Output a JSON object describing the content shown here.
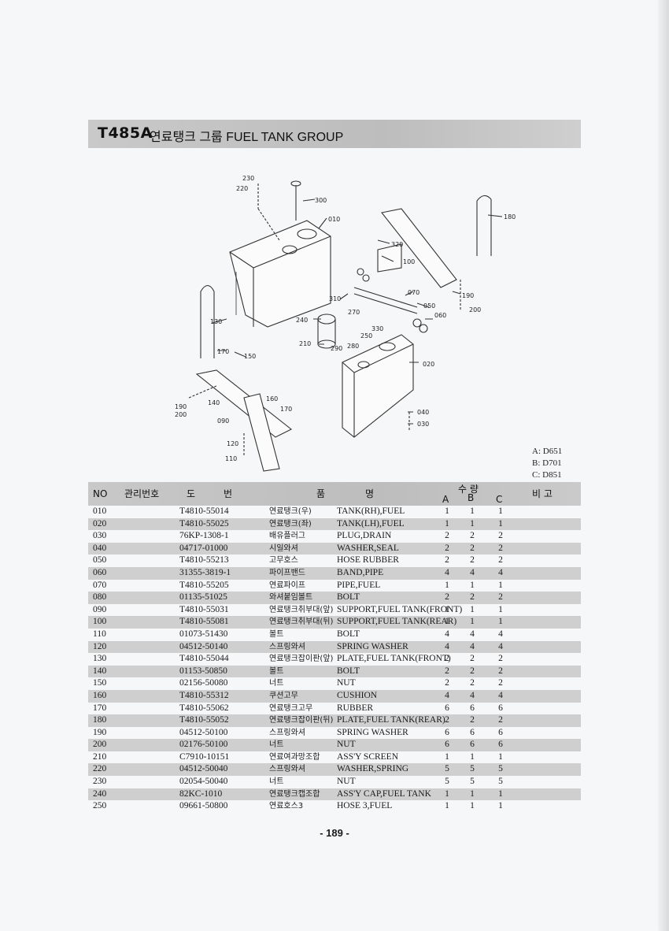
{
  "header": {
    "code": "T485A",
    "title": "연료탱크 그룹  FUEL TANK GROUP"
  },
  "diagram_labels": [
    "230",
    "220",
    "300",
    "010",
    "180",
    "320",
    "100",
    "190",
    "200",
    "310",
    "070",
    "050",
    "060",
    "270",
    "130",
    "240",
    "330",
    "250",
    "210",
    "290",
    "280",
    "170",
    "150",
    "020",
    "160",
    "140",
    "190",
    "200",
    "170",
    "090",
    "040",
    "030",
    "120",
    "110"
  ],
  "models": [
    "A: D651",
    "B: D701",
    "C: D851"
  ],
  "table": {
    "headers": {
      "no": "NO",
      "mgmt": "관리번호",
      "drawing1": "도",
      "drawing2": "번",
      "name1": "품",
      "name2": "명",
      "qty": "수 량",
      "a": "A",
      "b": "B",
      "c": "C",
      "remarks": "비 고"
    },
    "rows": [
      {
        "no": "010",
        "part": "T4810-55014",
        "kr": "연료탱크(우)",
        "en": "TANK(RH),FUEL",
        "a": "1",
        "b": "1",
        "c": "1"
      },
      {
        "no": "020",
        "part": "T4810-55025",
        "kr": "연료탱크(좌)",
        "en": "TANK(LH),FUEL",
        "a": "1",
        "b": "1",
        "c": "1"
      },
      {
        "no": "030",
        "part": "76KP-1308-1",
        "kr": "배유플러그",
        "en": "PLUG,DRAIN",
        "a": "2",
        "b": "2",
        "c": "2"
      },
      {
        "no": "040",
        "part": "04717-01000",
        "kr": "시일와셔",
        "en": "WASHER,SEAL",
        "a": "2",
        "b": "2",
        "c": "2"
      },
      {
        "no": "050",
        "part": "T4810-55213",
        "kr": "고무호스",
        "en": "HOSE RUBBER",
        "a": "2",
        "b": "2",
        "c": "2"
      },
      {
        "no": "060",
        "part": "31355-3819-1",
        "kr": "파이프밴드",
        "en": "BAND,PIPE",
        "a": "4",
        "b": "4",
        "c": "4"
      },
      {
        "no": "070",
        "part": "T4810-55205",
        "kr": "연료파이프",
        "en": "PIPE,FUEL",
        "a": "1",
        "b": "1",
        "c": "1"
      },
      {
        "no": "080",
        "part": "01135-51025",
        "kr": "와셔붙임볼트",
        "en": "BOLT",
        "a": "2",
        "b": "2",
        "c": "2"
      },
      {
        "no": "090",
        "part": "T4810-55031",
        "kr": "연료탱크취부대(앞)",
        "en": "SUPPORT,FUEL TANK(FRONT)",
        "a": "1",
        "b": "1",
        "c": "1"
      },
      {
        "no": "100",
        "part": "T4810-55081",
        "kr": "연료탱크취부대(뒤)",
        "en": "SUPPORT,FUEL TANK(REAR)",
        "a": "1",
        "b": "1",
        "c": "1"
      },
      {
        "no": "110",
        "part": "01073-51430",
        "kr": "볼트",
        "en": "BOLT",
        "a": "4",
        "b": "4",
        "c": "4"
      },
      {
        "no": "120",
        "part": "04512-50140",
        "kr": "스프링와셔",
        "en": "SPRING WASHER",
        "a": "4",
        "b": "4",
        "c": "4"
      },
      {
        "no": "130",
        "part": "T4810-55044",
        "kr": "연료탱크잡이판(앞)",
        "en": "PLATE,FUEL TANK(FRONT)",
        "a": "2",
        "b": "2",
        "c": "2"
      },
      {
        "no": "140",
        "part": "01153-50850",
        "kr": "볼트",
        "en": "BOLT",
        "a": "2",
        "b": "2",
        "c": "2"
      },
      {
        "no": "150",
        "part": "02156-50080",
        "kr": "너트",
        "en": "NUT",
        "a": "2",
        "b": "2",
        "c": "2"
      },
      {
        "no": "160",
        "part": "T4810-55312",
        "kr": "쿠션고무",
        "en": "CUSHION",
        "a": "4",
        "b": "4",
        "c": "4"
      },
      {
        "no": "170",
        "part": "T4810-55062",
        "kr": "연료탱크고무",
        "en": "RUBBER",
        "a": "6",
        "b": "6",
        "c": "6"
      },
      {
        "no": "180",
        "part": "T4810-55052",
        "kr": "연료탱크잡이판(뒤)",
        "en": "PLATE,FUEL TANK(REAR)",
        "a": "2",
        "b": "2",
        "c": "2"
      },
      {
        "no": "190",
        "part": "04512-50100",
        "kr": "스프링와셔",
        "en": "SPRING WASHER",
        "a": "6",
        "b": "6",
        "c": "6"
      },
      {
        "no": "200",
        "part": "02176-50100",
        "kr": "너트",
        "en": "NUT",
        "a": "6",
        "b": "6",
        "c": "6"
      },
      {
        "no": "210",
        "part": "C7910-10151",
        "kr": "연료여과망조합",
        "en": "ASS'Y SCREEN",
        "a": "1",
        "b": "1",
        "c": "1"
      },
      {
        "no": "220",
        "part": "04512-50040",
        "kr": "스프링와셔",
        "en": "WASHER,SPRING",
        "a": "5",
        "b": "5",
        "c": "5"
      },
      {
        "no": "230",
        "part": "02054-50040",
        "kr": "너트",
        "en": "NUT",
        "a": "5",
        "b": "5",
        "c": "5"
      },
      {
        "no": "240",
        "part": "82KC-1010",
        "kr": "연료탱크캡조합",
        "en": "ASS'Y CAP,FUEL TANK",
        "a": "1",
        "b": "1",
        "c": "1"
      },
      {
        "no": "250",
        "part": "09661-50800",
        "kr": "연료호스3",
        "en": "HOSE 3,FUEL",
        "a": "1",
        "b": "1",
        "c": "1"
      }
    ]
  },
  "page_number": "- 189 -"
}
